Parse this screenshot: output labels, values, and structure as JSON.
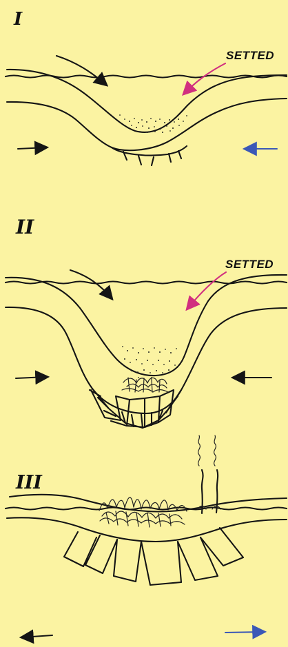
{
  "panels": [
    {
      "numeral": "I",
      "settled_label": "SETTED"
    },
    {
      "numeral": "II",
      "settled_label": "SETTED"
    },
    {
      "numeral": "III"
    }
  ],
  "colors": {
    "background": "#fbf3a2",
    "ink": "#151515",
    "pink_accent": "#d12f7f",
    "blue_accent": "#3b58b7"
  }
}
